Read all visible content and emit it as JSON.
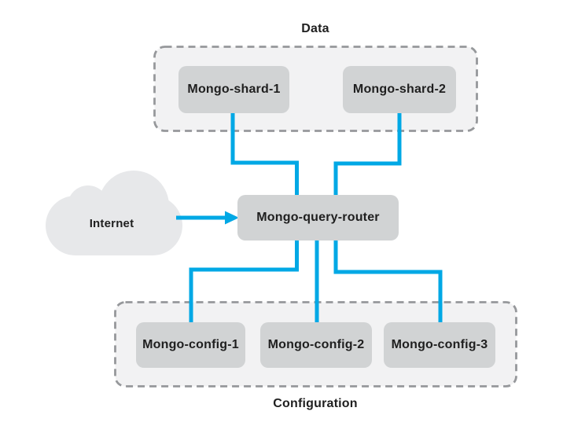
{
  "colors": {
    "connector_blue": "#00a8e5",
    "node_fill": "#d1d3d4",
    "group_fill": "#f2f2f3",
    "group_border": "#96989b",
    "cloud_fill": "#e7e8ea",
    "label_text": "#1f1f1f",
    "background": "#ffffff"
  },
  "icons": {
    "internet": "cloud-icon",
    "flow": "arrow-right-icon"
  },
  "internet": {
    "label": "Internet"
  },
  "router": {
    "label": "Mongo-query-router"
  },
  "data_group": {
    "label": "Data",
    "nodes": [
      {
        "label": "Mongo-shard-1"
      },
      {
        "label": "Mongo-shard-2"
      }
    ]
  },
  "config_group": {
    "label": "Configuration",
    "nodes": [
      {
        "label": "Mongo-config-1"
      },
      {
        "label": "Mongo-config-2"
      },
      {
        "label": "Mongo-config-3"
      }
    ]
  }
}
